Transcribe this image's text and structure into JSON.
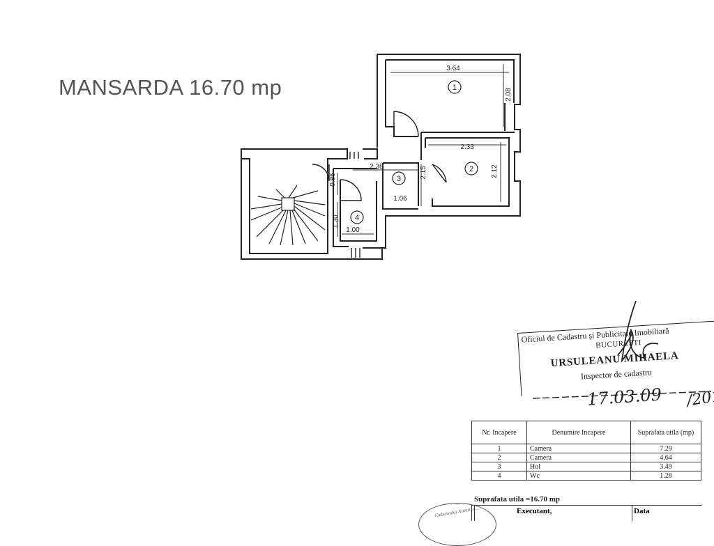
{
  "title": "MANSARDA 16.70 mp",
  "plan": {
    "dims": {
      "d1": "3.64",
      "d2": "2.08",
      "d3": "2.33",
      "d4": "2.12",
      "d5": "2.38",
      "d6": "2.15",
      "d7": "1.06",
      "d8": "0.86",
      "d9": "1.30",
      "d10": "1.00"
    },
    "rooms": [
      "1",
      "2",
      "3",
      "4"
    ]
  },
  "stamp": {
    "office": "Oficiul de Cadastru și Publicitate Imobiliară",
    "city": "BUCUREȘTI",
    "name": "URSULEANU MIHAELA",
    "role": "Inspector de cadastru"
  },
  "handwritten": {
    "date": "17.03.09",
    "year": "/201"
  },
  "table": {
    "headers": [
      "Nr. Incapere",
      "Denumire Incapere",
      "Suprafata utila (mp)"
    ],
    "rows": [
      {
        "nr": "1",
        "name": "Camera",
        "area": "7.29"
      },
      {
        "nr": "2",
        "name": "Camera",
        "area": "4.64"
      },
      {
        "nr": "3",
        "name": "Hol",
        "area": "3.49"
      },
      {
        "nr": "4",
        "name": "Wc",
        "area": "1.28"
      }
    ],
    "total": "Suprafata utila =16.70 mp",
    "executant": "Executant,",
    "data": "Data"
  },
  "seal_text": "Cadastrului Autoriza..."
}
